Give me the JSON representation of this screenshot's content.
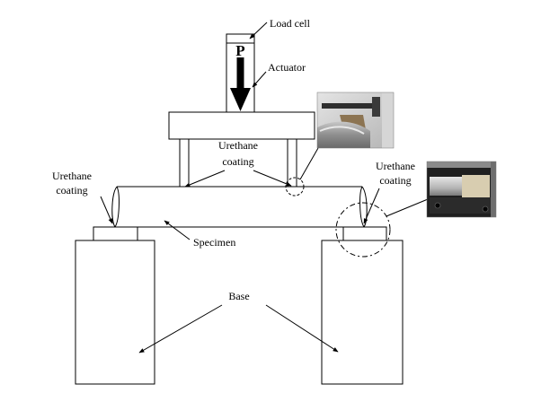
{
  "figure": {
    "load_cell_label": "Load cell",
    "load_symbol": "P",
    "actuator_label": "Actuator",
    "urethane_coating_top": {
      "line1": "Urethane",
      "line2": "coating"
    },
    "urethane_coating_left": {
      "line1": "Urethane",
      "line2": "coating"
    },
    "urethane_coating_right": {
      "line1": "Urethane",
      "line2": "coating"
    },
    "specimen_label": "Specimen",
    "base_label": "Base"
  },
  "colors": {
    "line": "#000000",
    "background": "#ffffff"
  }
}
